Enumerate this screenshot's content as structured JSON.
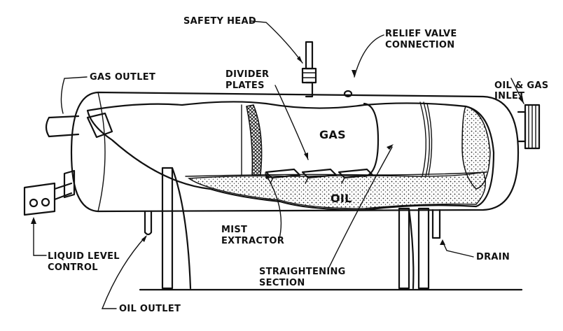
{
  "labels": {
    "safety_head": "SAFETY HEAD",
    "relief_valve_1": "RELIEF VALVE",
    "relief_valve_2": "CONNECTION",
    "gas_outlet": "GAS OUTLET",
    "divider_1": "DIVIDER",
    "divider_2": "PLATES",
    "inlet_1": "OIL & GAS",
    "inlet_2": "INLET",
    "gas": "GAS",
    "oil": "OIL",
    "mist_1": "MIST",
    "mist_2": "EXTRACTOR",
    "level_1": "LIQUID LEVEL",
    "level_2": "CONTROL",
    "straight_1": "STRAIGHTENING",
    "straight_2": "SECTION",
    "drain": "DRAIN",
    "oil_outlet": "OIL OUTLET"
  }
}
